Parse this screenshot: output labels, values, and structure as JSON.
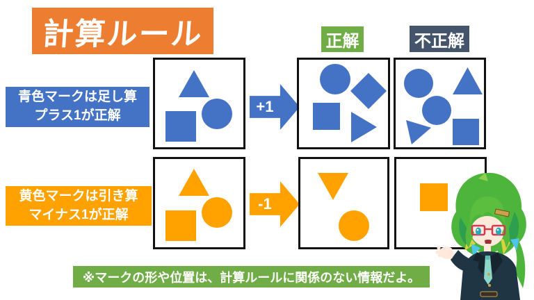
{
  "slide": {
    "title": "計算ルール",
    "column_headers": {
      "correct": "正解",
      "incorrect": "不正解"
    },
    "rows": [
      {
        "id": "blue-addition",
        "rule_line1": "青色マークは足し算",
        "rule_line2": "プラス1が正解",
        "operation": "+1",
        "color": "#4472C4",
        "source_shapes": [
          "triangle-up",
          "square",
          "circle"
        ],
        "correct_shapes": [
          "circle",
          "diamond",
          "square",
          "triangle-right"
        ],
        "incorrect_shapes": [
          "circle",
          "triangle-up",
          "circle",
          "triangle-rotated",
          "square"
        ]
      },
      {
        "id": "yellow-subtraction",
        "rule_line1": "黄色マークは引き算",
        "rule_line2": "マイナス1が正解",
        "operation": "-1",
        "color": "#FFA200",
        "source_shapes": [
          "triangle-up",
          "square",
          "circle"
        ],
        "correct_shapes": [
          "triangle-down",
          "circle"
        ],
        "incorrect_shapes": [
          "square"
        ]
      }
    ],
    "footnote": "※マークの形や位置は、計算ルールに関係のない情報だよ。",
    "colors": {
      "title_bg": "#ED7D31",
      "blue": "#4472C4",
      "orange": "#FFA200",
      "green": "#70AD47",
      "navy": "#44546A",
      "box_border": "#111111"
    },
    "mascot": "green-haired-mascot-character"
  }
}
